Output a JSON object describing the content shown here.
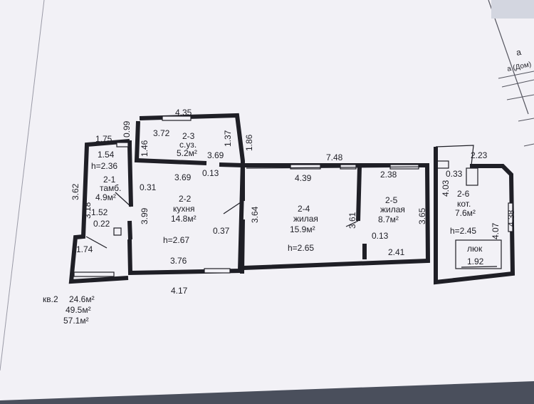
{
  "apartment": {
    "label": "кв.2",
    "area_1": "24.6м²",
    "area_2": "49.5м²",
    "area_3": "57.1м²"
  },
  "rooms": {
    "r21": {
      "num": "2-1",
      "name": "тамб.",
      "area": "4.9м²",
      "height": "h=2.36"
    },
    "r22": {
      "num": "2-2",
      "name": "кухня",
      "area": "14.8м²",
      "height": "h=2.67"
    },
    "r23": {
      "num": "2-3",
      "name": "с.уз.",
      "area": "5.2м²"
    },
    "r24": {
      "num": "2-4",
      "name": "жилая",
      "area": "15.9м²",
      "height": "h=2.65"
    },
    "r25": {
      "num": "2-5",
      "name": "жилая",
      "area": "8.7м²"
    },
    "r26": {
      "num": "2-6",
      "name": "кот.",
      "area": "7.6м²",
      "height": "h=2.45"
    }
  },
  "hatch": {
    "label": "люк",
    "value": "1.92"
  },
  "dims": {
    "d435": "4.35",
    "d372": "3.72",
    "d175": "1.75",
    "d099": "0.99",
    "d154": "1.54",
    "d146": "1.46",
    "d137": "1.37",
    "d186": "1.86",
    "d369a": "3.69",
    "d369b": "3.69",
    "d013a": "0.13",
    "d748": "7.48",
    "d439": "4.39",
    "d238": "2.38",
    "d223": "2.23",
    "d033": "0.33",
    "d362": "3.62",
    "d318": "3.18",
    "d031": "0.31",
    "d399": "3.99",
    "d152": "1.52",
    "d022": "0.22",
    "d174": "1.74",
    "d037": "0.37",
    "d364": "3.64",
    "d361": "3.61",
    "d365": "3.65",
    "d013b": "0.13",
    "d241": "2.41",
    "d376": "3.76",
    "d417": "4.17",
    "d403": "4.03",
    "d407": "4.07",
    "d438": "4.38"
  },
  "corner": {
    "marker": "а",
    "text": "а (Дом)"
  },
  "colors": {
    "paper": "#f2f1f6",
    "ink": "#1f1f26",
    "shadow": "#4a4f5c"
  }
}
